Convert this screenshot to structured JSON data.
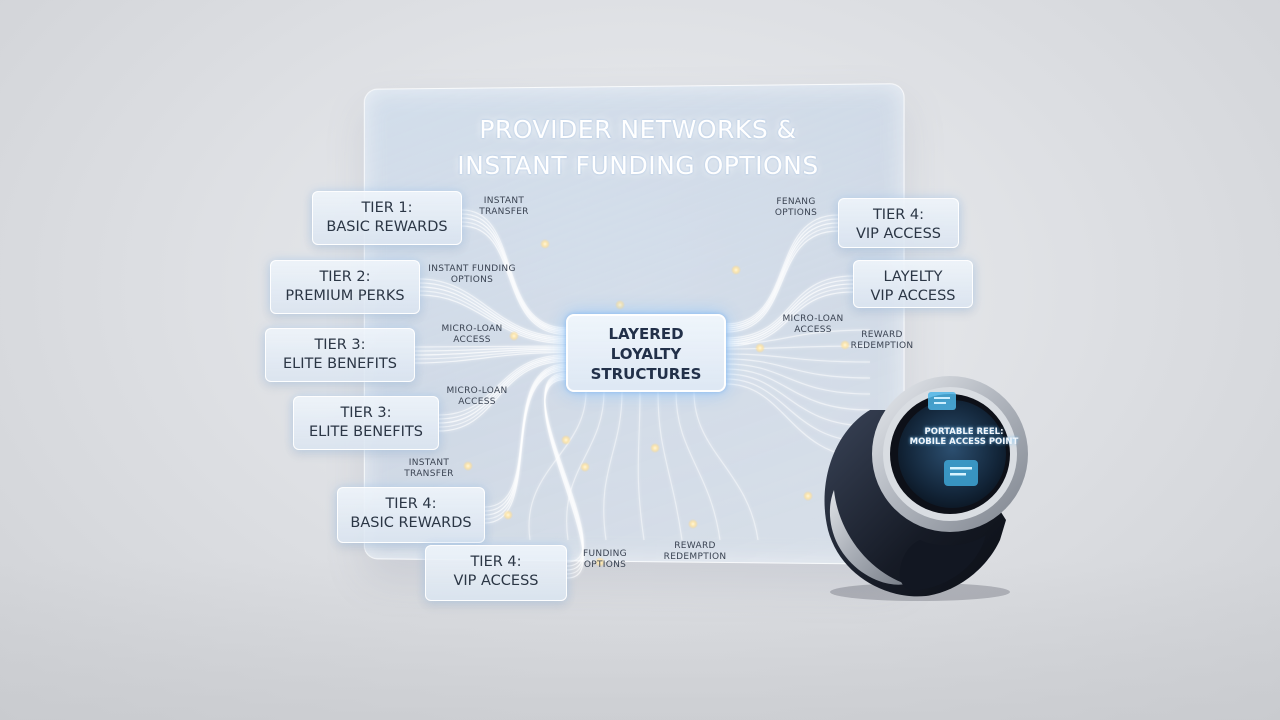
{
  "title": {
    "line1": "PROVIDER NETWORKS &",
    "line2": "INSTANT FUNDING OPTIONS"
  },
  "hub": {
    "line1": "LAYERED",
    "line2": "LOYALTY",
    "line3": "STRUCTURES"
  },
  "left_cards": [
    {
      "line1": "TIER 1:",
      "line2": "BASIC REWARDS"
    },
    {
      "line1": "TIER 2:",
      "line2": "PREMIUM PERKS"
    },
    {
      "line1": "TIER 3:",
      "line2": "ELITE BENEFITS"
    },
    {
      "line1": "TIER 3:",
      "line2": "ELITE BENEFITS"
    },
    {
      "line1": "TIER 4:",
      "line2": "BASIC REWARDS"
    },
    {
      "line1": "TIER 4:",
      "line2": "VIP ACCESS"
    }
  ],
  "right_cards": [
    {
      "line1": "TIER 4:",
      "line2": "VIP ACCESS"
    },
    {
      "line1": "LAYELTY",
      "line2": "VIP ACCESS"
    }
  ],
  "labels": [
    {
      "line1": "INSTANT",
      "line2": "TRANSFER"
    },
    {
      "line1": "INSTANT FUNDING",
      "line2": "OPTIONS"
    },
    {
      "line1": "MICRO-LOAN",
      "line2": "ACCESS"
    },
    {
      "line1": "MICRO-LOAN",
      "line2": "ACCESS"
    },
    {
      "line1": "INSTANT",
      "line2": "TRANSFER"
    },
    {
      "line1": "FUNDING",
      "line2": "OPTIONS"
    },
    {
      "line1": "REWARD",
      "line2": "REDEMPTION"
    },
    {
      "line1": "FENANG",
      "line2": "OPTIONS"
    },
    {
      "line1": "MICRO-LOAN",
      "line2": "ACCESS"
    },
    {
      "line1": "REWARD",
      "line2": "REDEMPTION"
    }
  ],
  "device": {
    "line1": "PORTABLE REEL:",
    "line2": "MOBILE ACCESS POINT"
  },
  "colors": {
    "glow": "#9fd0ff",
    "wire": "#ffffff",
    "text_dark": "#2b3645",
    "device_body": "#1c2230",
    "device_metal": "#b9bec6"
  }
}
